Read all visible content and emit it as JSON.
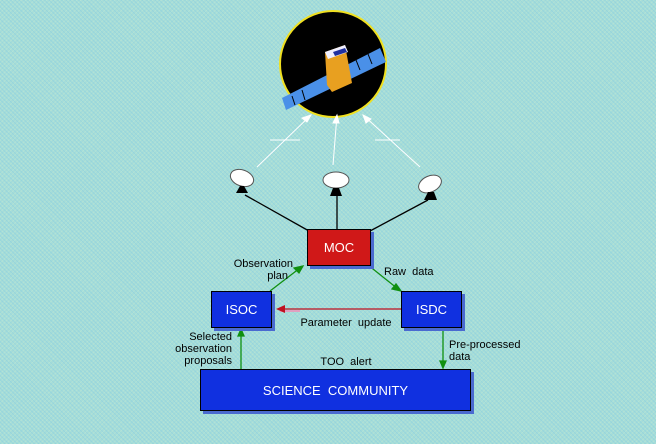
{
  "colors": {
    "moc": "#d01818",
    "blue_box": "#1030e0",
    "green_arrow": "#109010",
    "red_arrow": "#c01020",
    "orbit_ring": "#f0e020"
  },
  "nodes": {
    "moc": "MOC",
    "isoc": "ISOC",
    "isdc": "ISDC",
    "science": "SCIENCE  COMMUNITY"
  },
  "edges": {
    "obs_plan_1": "Observation",
    "obs_plan_2": "plan",
    "raw_data": "Raw  data",
    "param_update": "Parameter  update",
    "too_alert": "TOO  alert",
    "selected_1": "Selected",
    "selected_2": "observation",
    "selected_3": "proposals",
    "preproc_1": "Pre-processed",
    "preproc_2": "data"
  },
  "icons": {
    "satellite": "satellite-icon",
    "ground_station": "antenna-dish-icon"
  }
}
